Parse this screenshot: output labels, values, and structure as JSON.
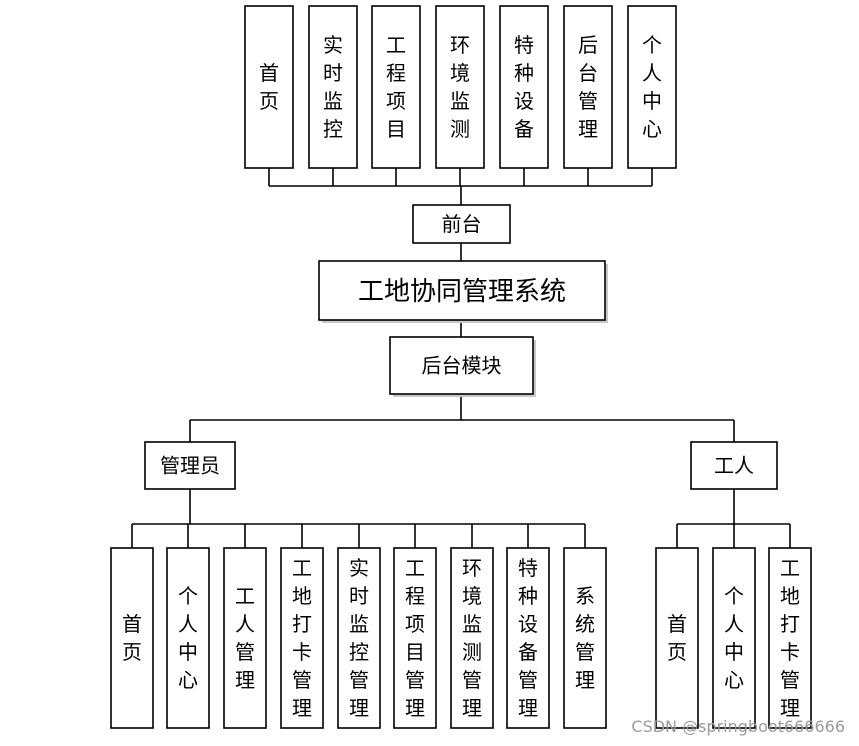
{
  "title": "工地协同管理系统",
  "frontend": {
    "label": "前台",
    "items": [
      "首页",
      "实时监控",
      "工程项目",
      "环境监测",
      "特种设备",
      "后台管理",
      "个人中心"
    ]
  },
  "backend": {
    "label": "后台模块",
    "admin": {
      "label": "管理员",
      "items": [
        "首页",
        "个人中心",
        "工人管理",
        "工地打卡管理",
        "实时监控管理",
        "工程项目管理",
        "环境监测管理",
        "特种设备管理",
        "系统管理"
      ]
    },
    "worker": {
      "label": "工人",
      "items": [
        "首页",
        "个人中心",
        "工地打卡管理"
      ]
    }
  },
  "watermark": "CSDN @springboot666666"
}
